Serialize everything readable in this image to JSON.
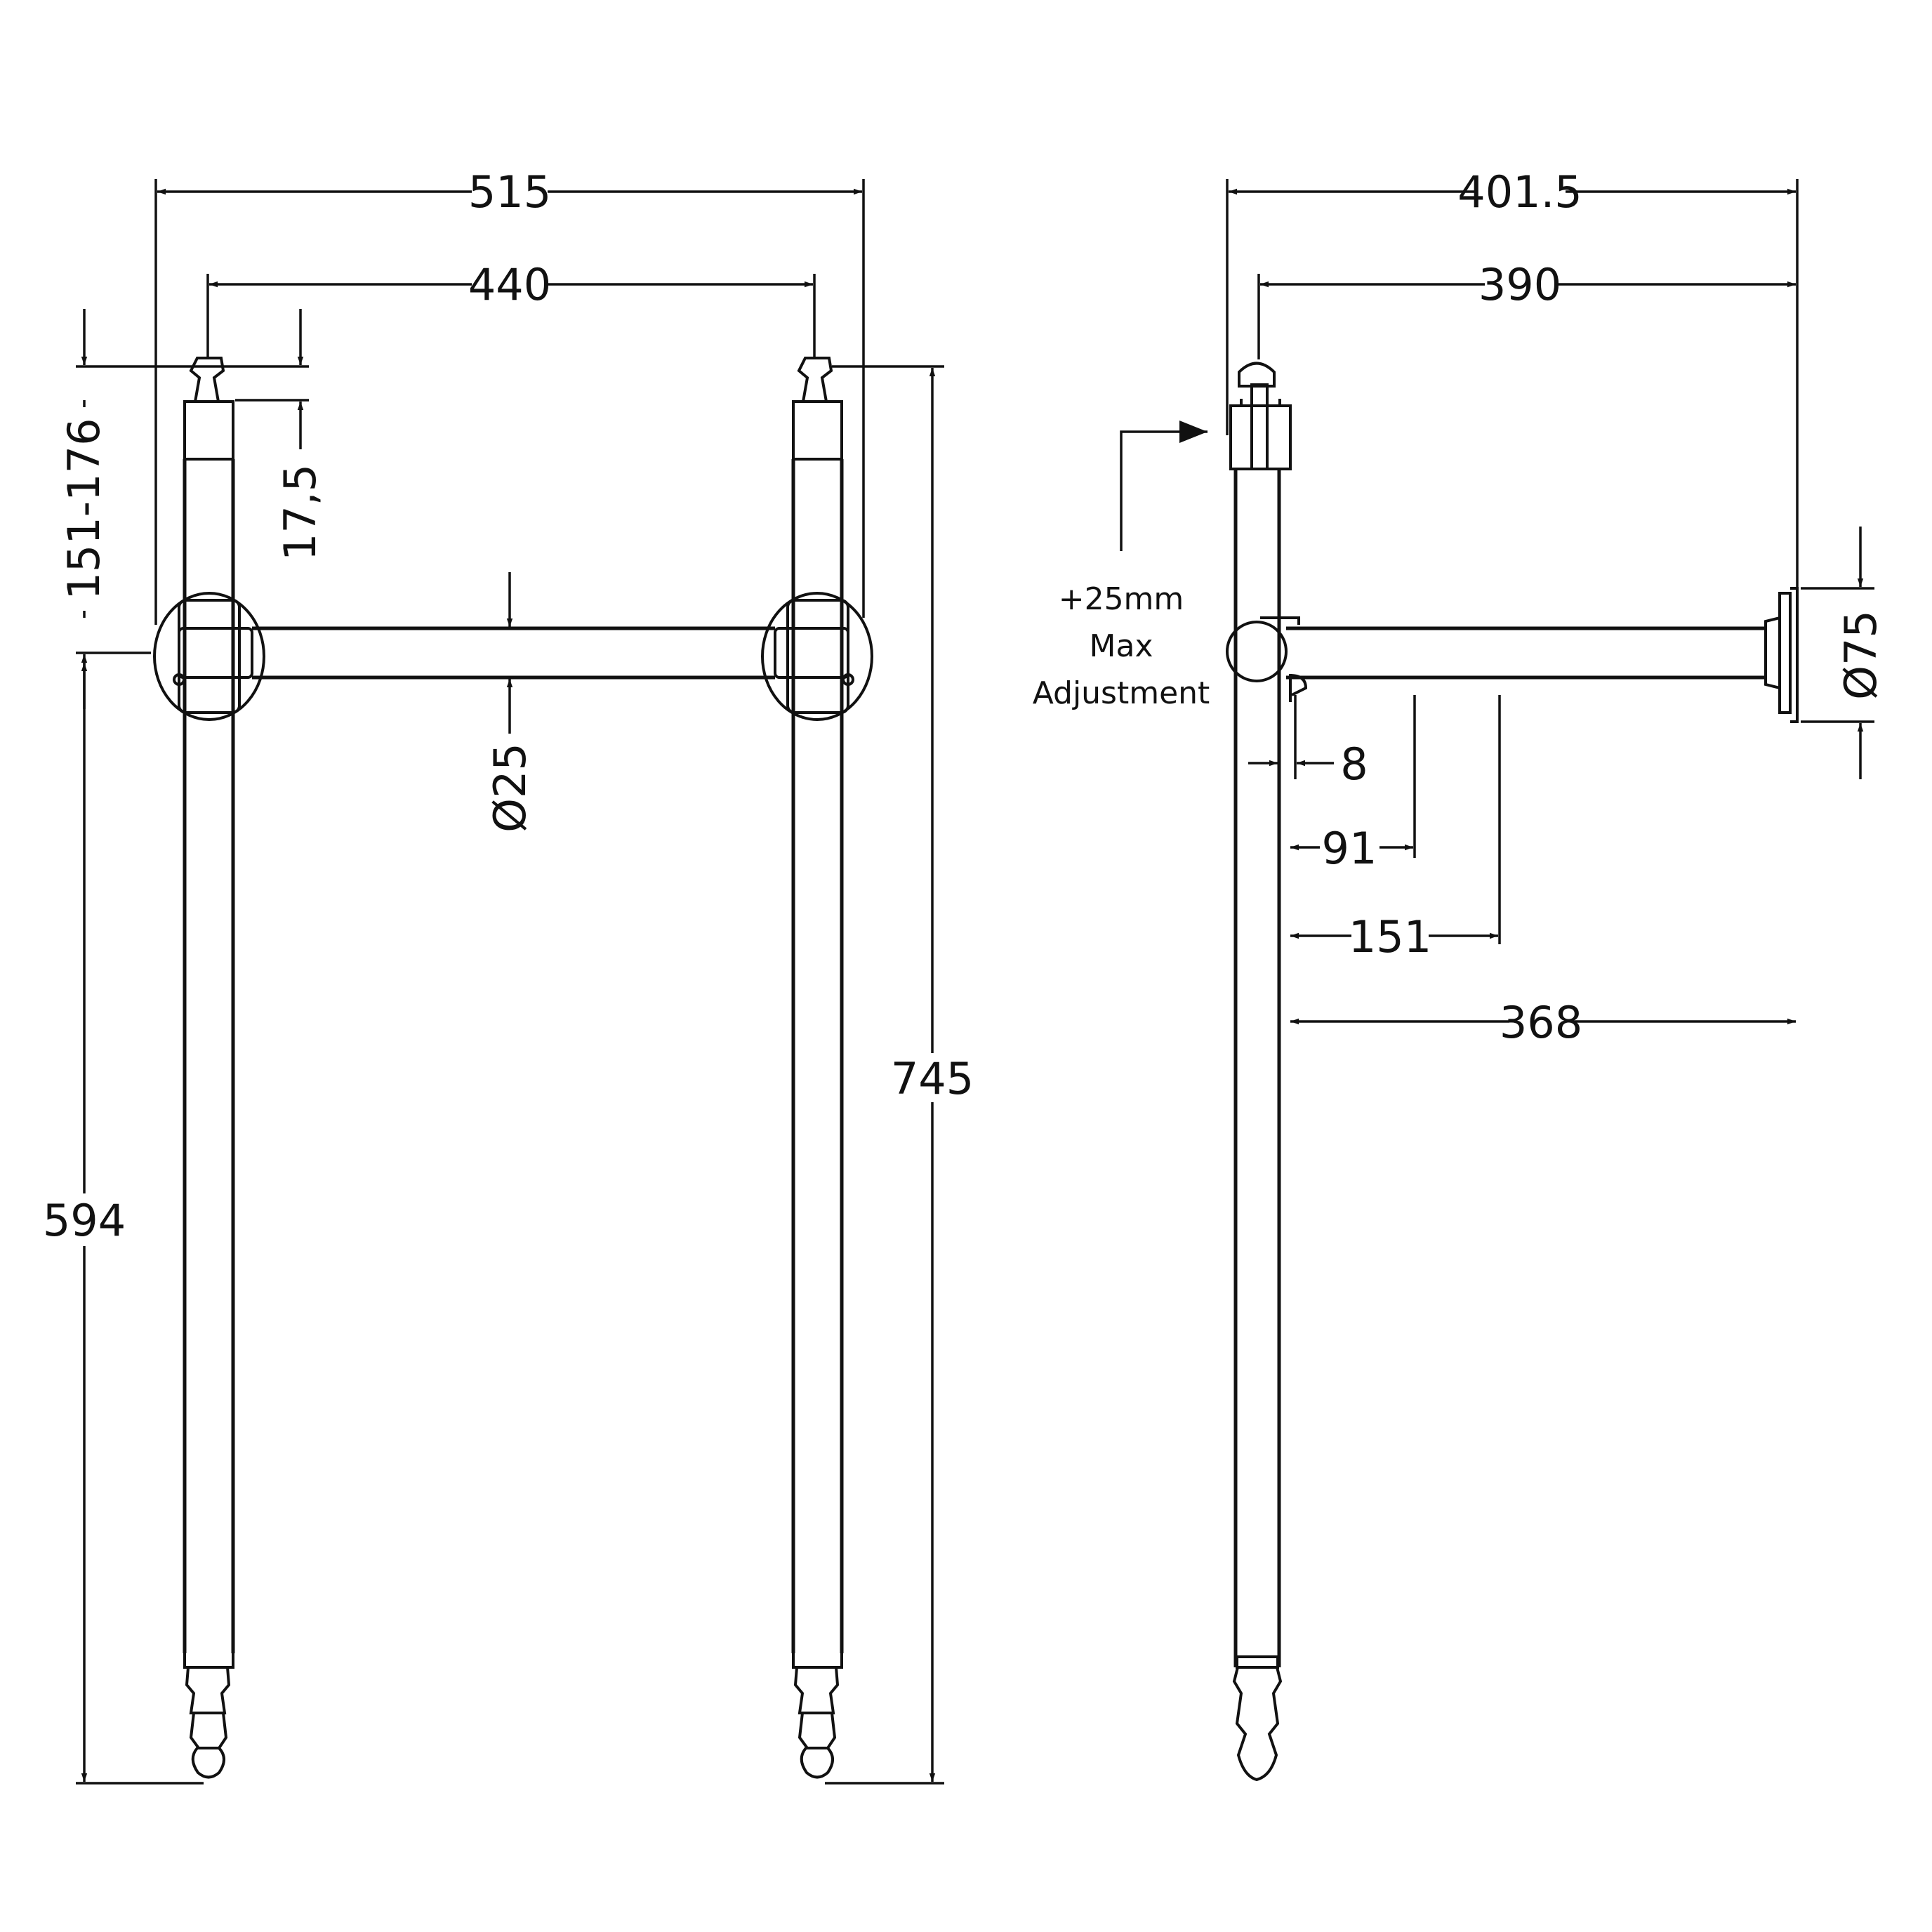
{
  "front_view": {
    "dim_overall_width": "515",
    "dim_leg_centers": "440",
    "dim_cap_range": "151-176",
    "dim_cap_height": "17,5",
    "dim_rail_diameter": "Ø25",
    "dim_lower_height": "594",
    "dim_total_height": "745"
  },
  "side_view": {
    "dim_overall_depth": "401.5",
    "dim_depth_to_leg": "390",
    "dim_flange_diameter": "Ø75",
    "dim_offset_8": "8",
    "dim_offset_91": "91",
    "dim_offset_151": "151",
    "dim_arm_length": "368",
    "adjust_line1": "+25mm",
    "adjust_line2": "Max",
    "adjust_line3": "Adjustment"
  }
}
